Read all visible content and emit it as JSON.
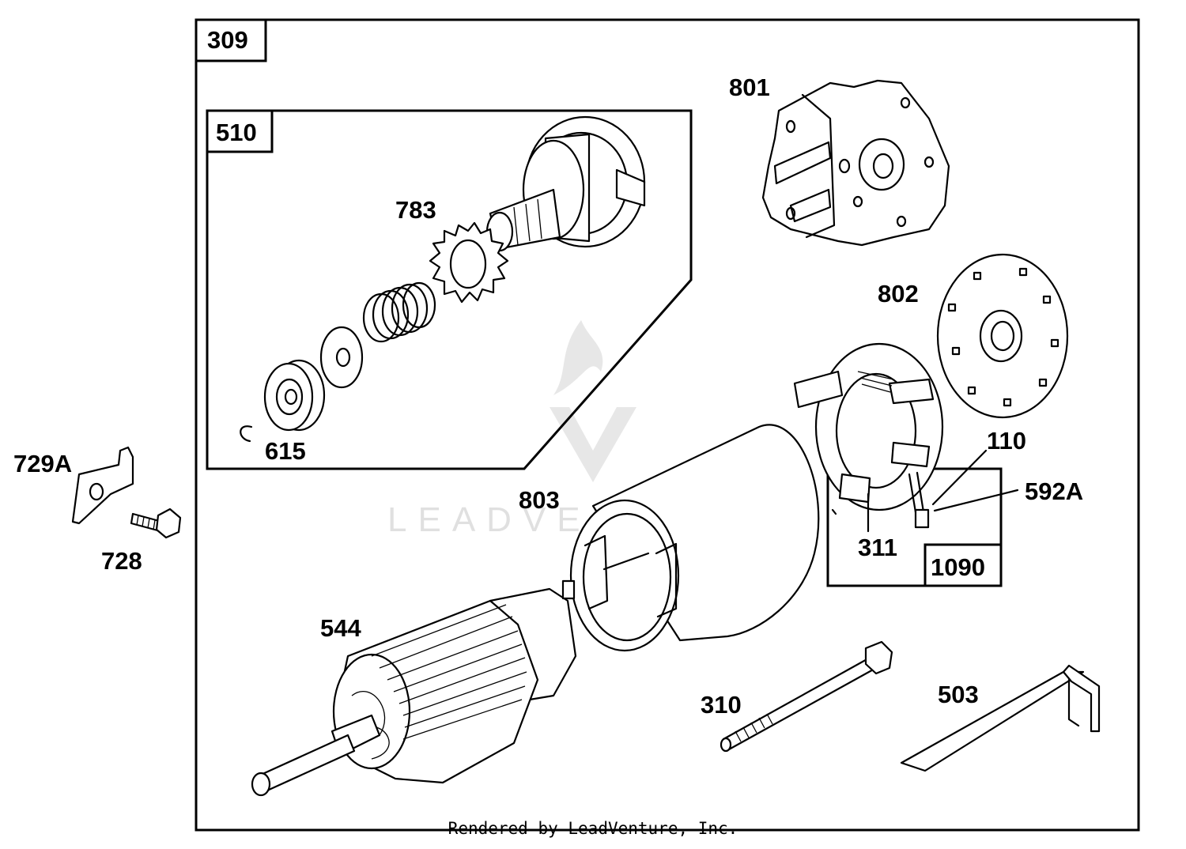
{
  "diagram": {
    "group_boxes": {
      "outer": "309",
      "drive": "510",
      "brush": "1090"
    },
    "part_labels": {
      "p801": "801",
      "p783": "783",
      "p802": "802",
      "p110": "110",
      "p592a": "592A",
      "p311": "311",
      "p615": "615",
      "p729a": "729A",
      "p728": "728",
      "p803": "803",
      "p544": "544",
      "p310": "310",
      "p503": "503"
    },
    "watermark": "LEADVENTURE",
    "footer": "Rendered by LeadVenture, Inc."
  }
}
